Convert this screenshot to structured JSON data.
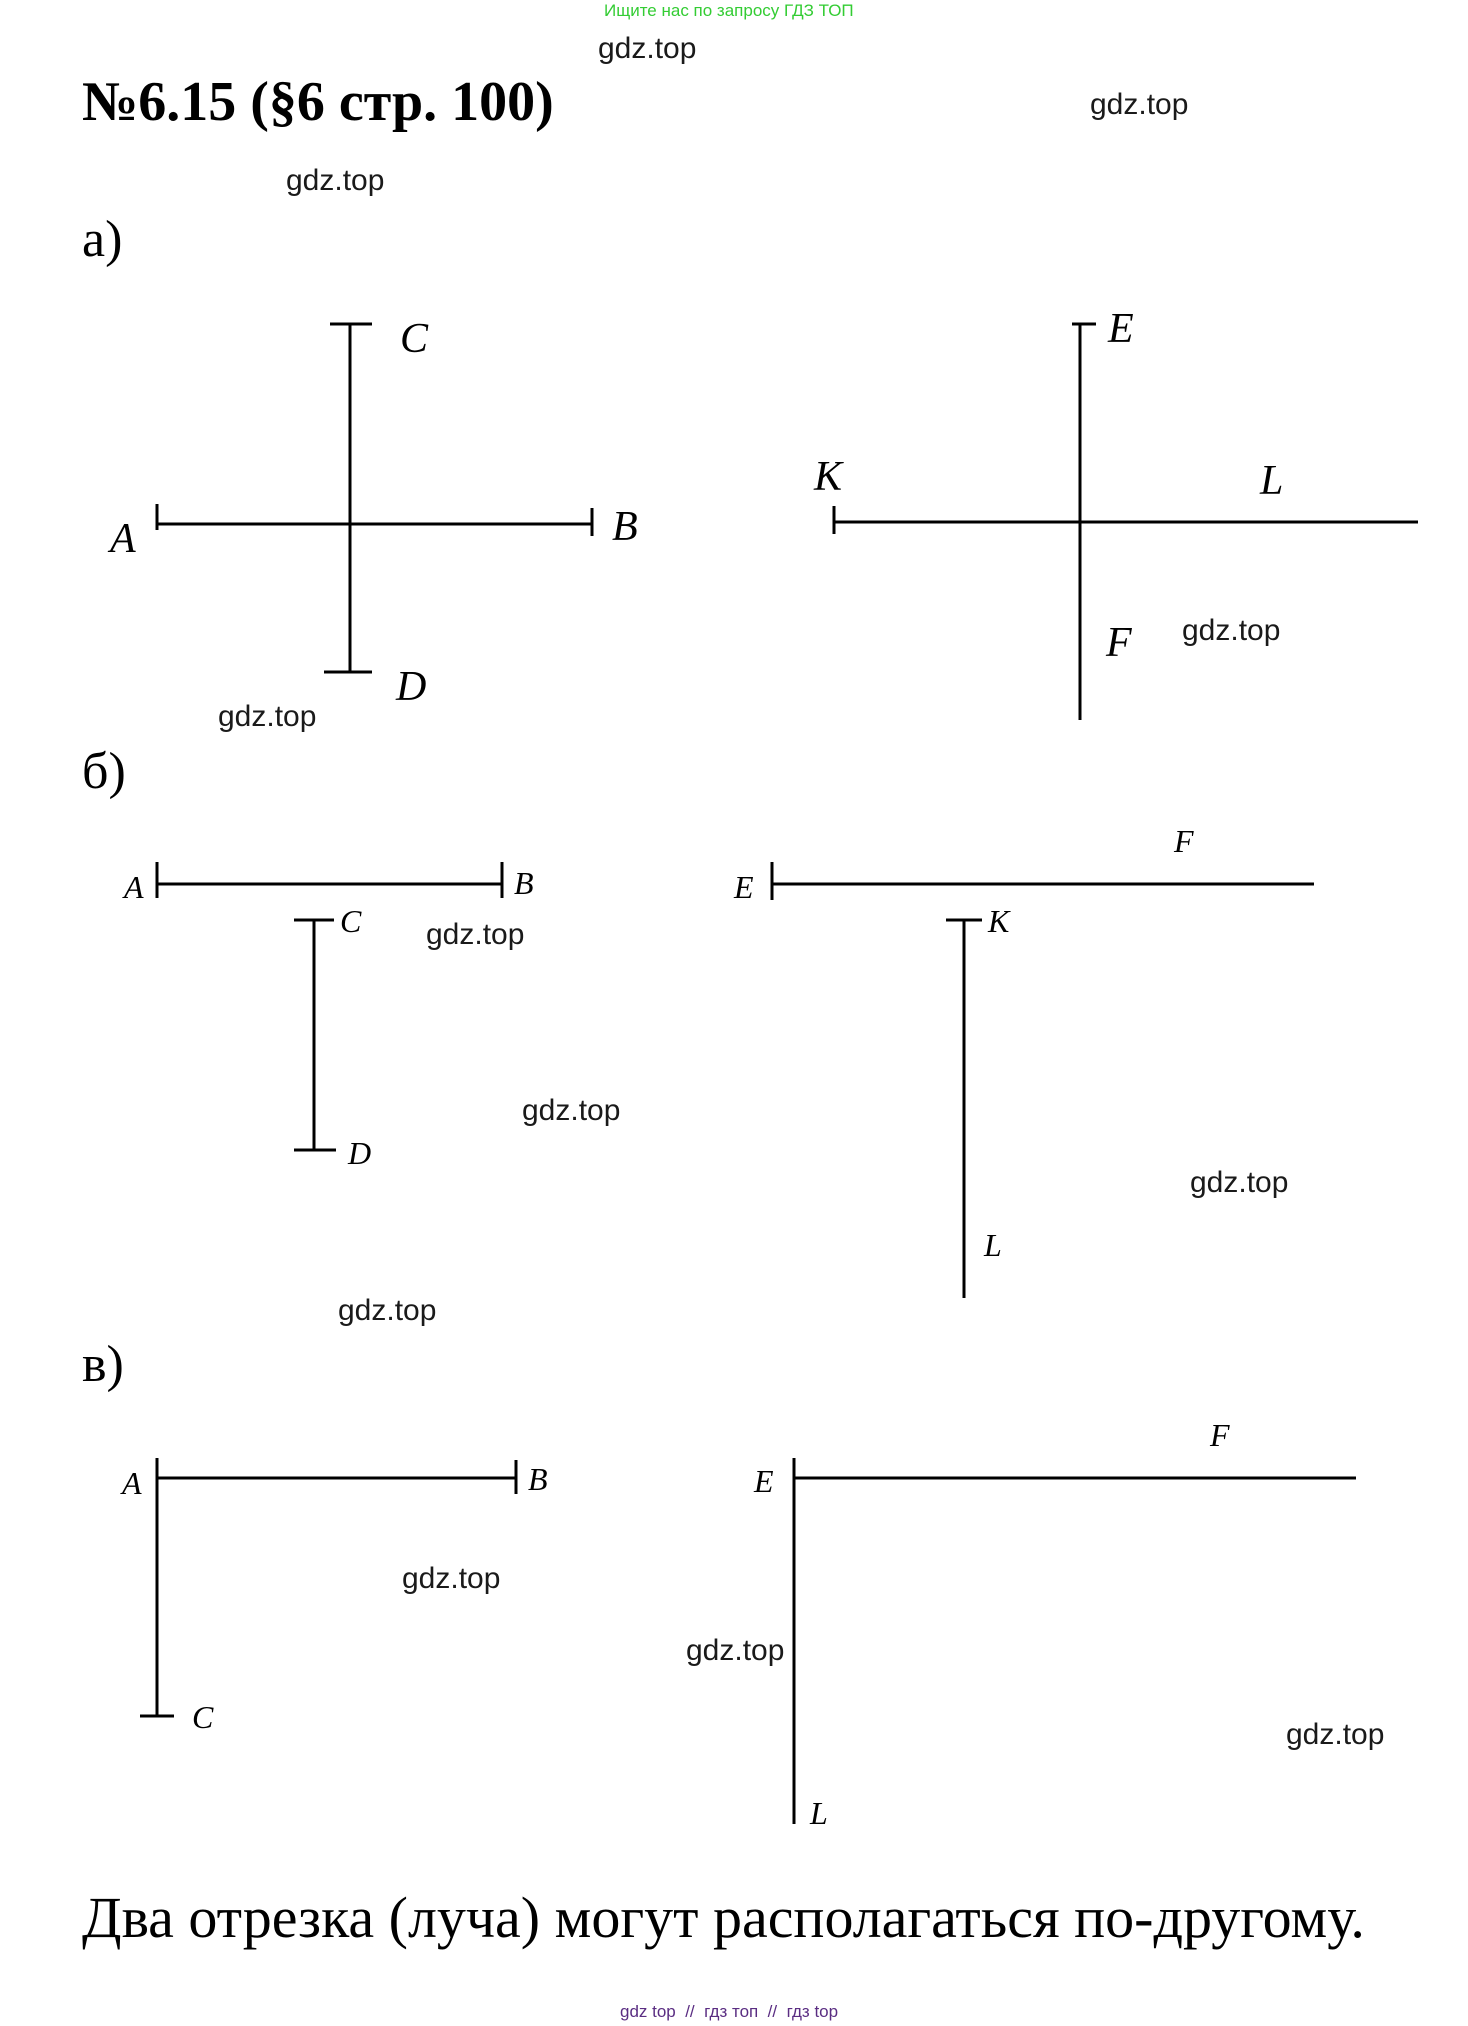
{
  "top_banner": "Ищите нас по запросу ГДЗ ТОП",
  "title": "№6.15 (§6 стр. 100)",
  "watermark": "gdz.top",
  "parts": {
    "a": "а)",
    "b": "б)",
    "v": "в)"
  },
  "labels": {
    "A": "A",
    "B": "B",
    "C": "C",
    "D": "D",
    "E": "E",
    "F": "F",
    "K": "K",
    "L": "L"
  },
  "conclusion": "Два отрезка (луча) могут располагаться по-другому.",
  "footer": "gdz top  //  гдз топ  //  гдз top"
}
